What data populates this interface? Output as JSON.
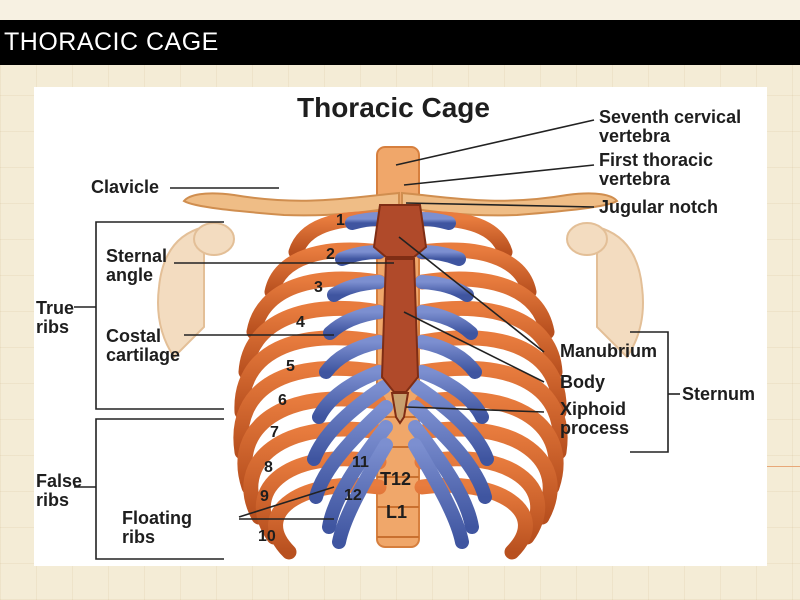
{
  "slide": {
    "title": "THORACIC CAGE"
  },
  "figure": {
    "title": "Thoracic Cage",
    "labels": {
      "seventh_cervical": "Seventh cervical\nvertebra",
      "first_thoracic": "First thoracic\nvertebra",
      "jugular_notch": "Jugular notch",
      "clavicle": "Clavicle",
      "sternal_angle": "Sternal\nangle",
      "true_ribs": "True\nribs",
      "costal_cartilage": "Costal\ncartilage",
      "manubrium": "Manubrium",
      "body": "Body",
      "xiphoid": "Xiphoid\nprocess",
      "sternum": "Sternum",
      "false_ribs": "False\nribs",
      "floating_ribs": "Floating\nribs",
      "t12": "T12",
      "l1": "L1"
    },
    "rib_numbers": [
      "1",
      "2",
      "3",
      "4",
      "5",
      "6",
      "7",
      "8",
      "9",
      "10",
      "11",
      "12"
    ]
  },
  "colors": {
    "rib": "#d9692e",
    "cartilage": "#5b72b8",
    "sternum": "#b04a2a",
    "bone_light": "#eec79a",
    "title_bar": "#000000"
  }
}
